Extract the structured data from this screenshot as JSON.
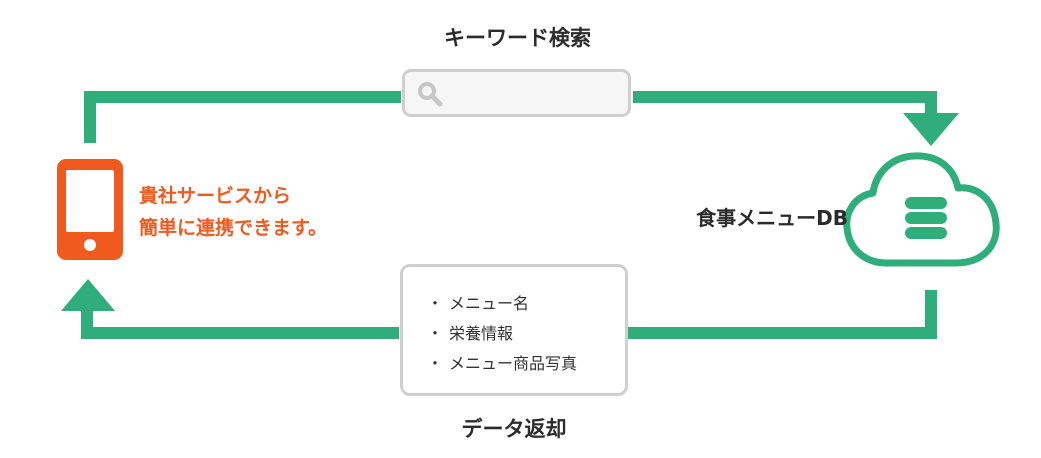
{
  "search_label": "キーワード検索",
  "return_label": "データ返却",
  "service_lines": [
    "貴社サービスから",
    "簡単に連携できます。"
  ],
  "db_label": "食事メニューDB",
  "returned_items": [
    "メニュー名",
    "栄養情報",
    "メニュー商品写真"
  ],
  "colors": {
    "flow": "#2fae7b",
    "accent": "#f05a1e",
    "box_border": "#cfcfcf"
  },
  "icons": [
    "smartphone-icon",
    "search-icon",
    "cloud-database-icon"
  ]
}
